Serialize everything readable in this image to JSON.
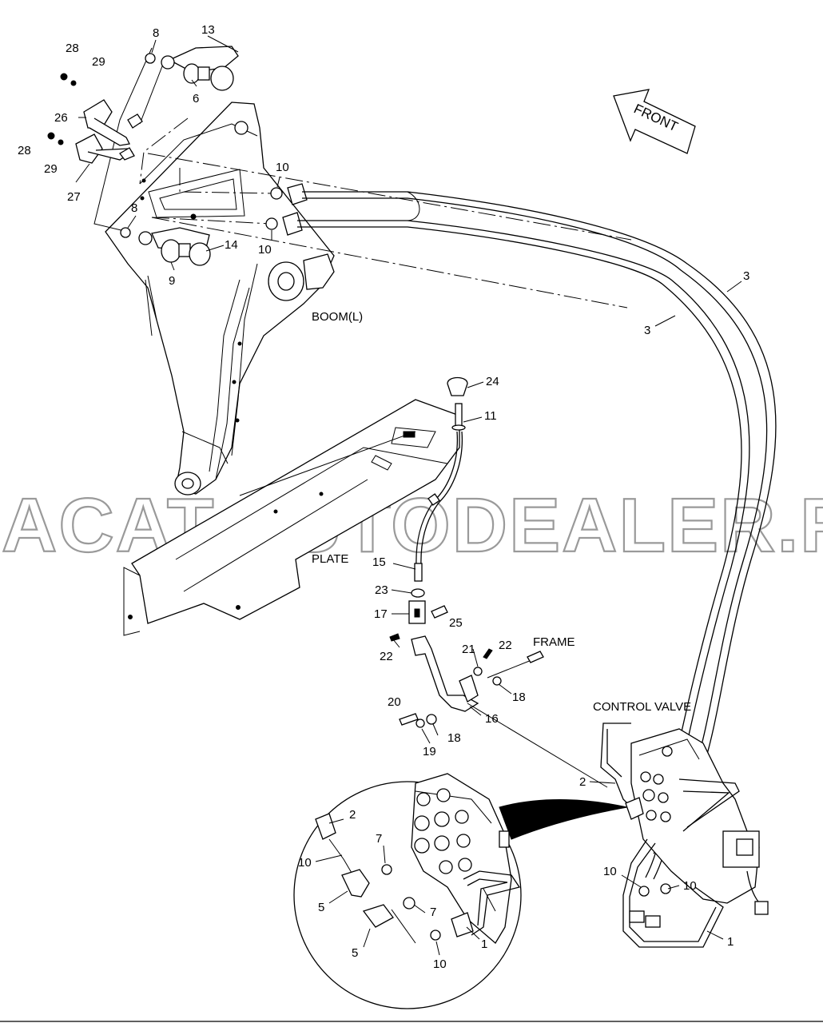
{
  "labels": {
    "p28a": "28",
    "p29a": "29",
    "p8a": "8",
    "p13": "13",
    "p6": "6",
    "p26": "26",
    "p28b": "28",
    "p29b": "29",
    "p27": "27",
    "p10a": "10",
    "p8b": "8",
    "p10b": "10",
    "p14": "14",
    "p9": "9",
    "p3a": "3",
    "p3b": "3",
    "p24": "24",
    "p11": "11",
    "p15": "15",
    "p23": "23",
    "p17": "17",
    "p25": "25",
    "p22a": "22",
    "p21": "21",
    "p22b": "22",
    "p18a": "18",
    "p20": "20",
    "p16": "16",
    "p18b": "18",
    "p19": "19",
    "p2a": "2",
    "p2b": "2",
    "p10c": "10",
    "p7a": "7",
    "p7b": "7",
    "p5a": "5",
    "p5b": "5",
    "p10d": "10",
    "p1a": "1",
    "p10e": "10",
    "p10f": "10",
    "p1b": "1"
  },
  "names": {
    "front": "FRONT",
    "boom": "BOOM(L)",
    "plate": "PLATE",
    "frame": "FRAME",
    "control_valve": "CONTROL VALVE"
  },
  "watermark": "ACAT.AUTODEALER.RU"
}
